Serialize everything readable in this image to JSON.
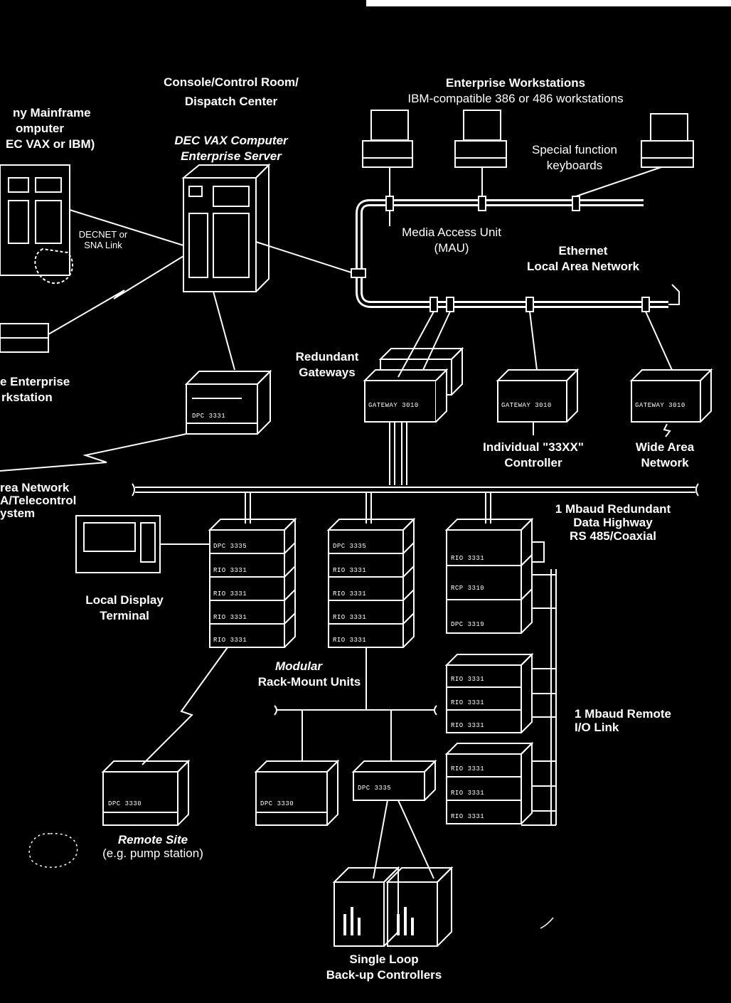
{
  "labels": {
    "console": [
      "Console/Control Room/",
      "Dispatch Center"
    ],
    "dec_vax": [
      "DEC VAX Computer",
      "Enterprise Server"
    ],
    "mainframe": [
      "ny Mainframe",
      "omputer",
      "EC VAX or IBM)"
    ],
    "decnet": [
      "DECNET or",
      "SNA Link"
    ],
    "enterprise_ws": "Enterprise Workstations",
    "enterprise_ws_sub": "IBM-compatible 386 or 486 workstations",
    "special_kbd": [
      "Special function",
      "keyboards"
    ],
    "mau": [
      "Media Access Unit",
      "(MAU)"
    ],
    "ethernet": [
      "Ethernet",
      "Local Area Network"
    ],
    "redundant_gw": [
      "Redundant",
      "Gateways"
    ],
    "enterprise_ws_left": [
      "e Enterprise",
      "rkstation"
    ],
    "individual_ctrl": [
      "Individual \"33XX\"",
      "Controller"
    ],
    "wan": [
      "Wide Area",
      "Network"
    ],
    "area_network": [
      "rea Network",
      "A/Telecontrol",
      "ystem"
    ],
    "data_highway": [
      "1 Mbaud Redundant",
      "Data Highway",
      "RS 485/Coaxial"
    ],
    "local_display": [
      "Local Display",
      "Terminal"
    ],
    "modular": "Modular",
    "rack_mount": "Rack-Mount Units",
    "remote_io": [
      "1 Mbaud Remote",
      "I/O Link"
    ],
    "remote_site": "Remote Site",
    "remote_site_sub": "(e.g. pump station)",
    "single_loop": [
      "Single Loop",
      "Back-up Controllers"
    ]
  },
  "device_tags": {
    "dpc_3331": "DPC 3331",
    "gateway": "GATEWAY 3010",
    "dpc_3335": "DPC 3335",
    "rio": "RIO 3331",
    "rcp": "RCP 3310",
    "dpc_3319": "DPC 3319",
    "dpc_3330": "DPC 3330"
  },
  "colors": {
    "background": "#000000",
    "ink": "#ffffff"
  }
}
